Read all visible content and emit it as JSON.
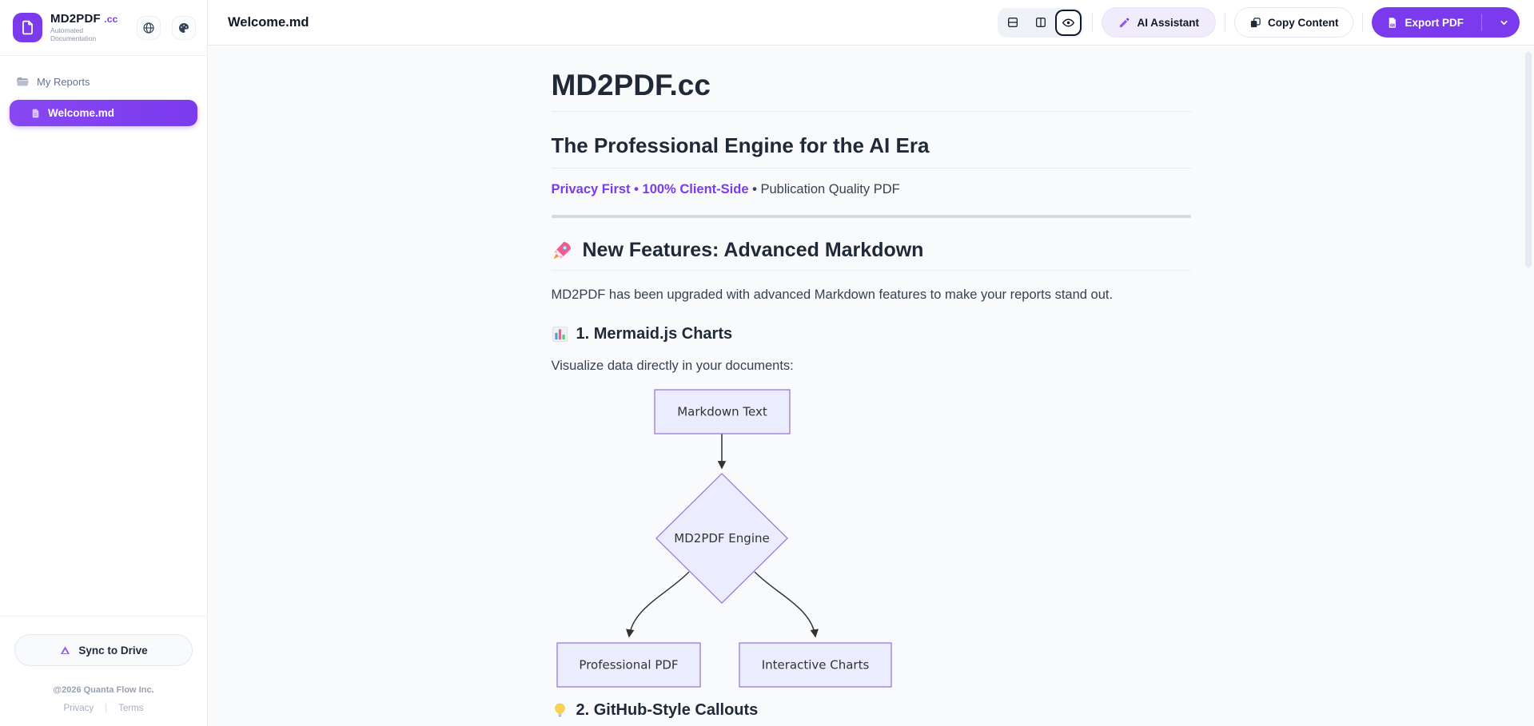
{
  "brand": {
    "name": "MD2PDF",
    "suffix": ".cc",
    "tagline": "Automated Documentation"
  },
  "sidebar": {
    "section": "My Reports",
    "active_file": "Welcome.md",
    "sync": "Sync to Drive",
    "copyright": "@2026 Quanta Flow Inc.",
    "privacy": "Privacy",
    "divider": "|",
    "terms": "Terms"
  },
  "topbar": {
    "title": "Welcome.md",
    "ai": "AI Assistant",
    "copy": "Copy Content",
    "export": "Export PDF"
  },
  "doc": {
    "title": "MD2PDF.cc",
    "subtitle": "The Professional Engine for the AI Era",
    "tag_privacy": "Privacy First",
    "tag_client": "100% Client-Side",
    "tag_quality": "Publication Quality PDF",
    "dot": "•",
    "section_emoji": "🚀",
    "section_title": "New Features: Advanced Markdown",
    "section_body": "MD2PDF has been upgraded with advanced Markdown features to make your reports stand out.",
    "feature1_emoji": "📊",
    "feature1_title": "1. Mermaid.js Charts",
    "feature1_body": "Visualize data directly in your documents:",
    "feature2_emoji": "💡",
    "feature2_title": "2. GitHub-Style Callouts"
  },
  "diagram": {
    "type": "flowchart",
    "node1": "Markdown Text",
    "node2": "MD2PDF Engine",
    "node3": "Professional PDF",
    "node4": "Interactive Charts",
    "edges": [
      "Markdown Text -> MD2PDF Engine",
      "MD2PDF Engine -> Professional PDF",
      "MD2PDF Engine -> Interactive Charts"
    ]
  },
  "colors": {
    "accent": "#7c3aed",
    "mermaid_fill": "#ececff",
    "mermaid_border": "#9370db",
    "edge": "#333333",
    "main_bg": "#f8fafc"
  }
}
